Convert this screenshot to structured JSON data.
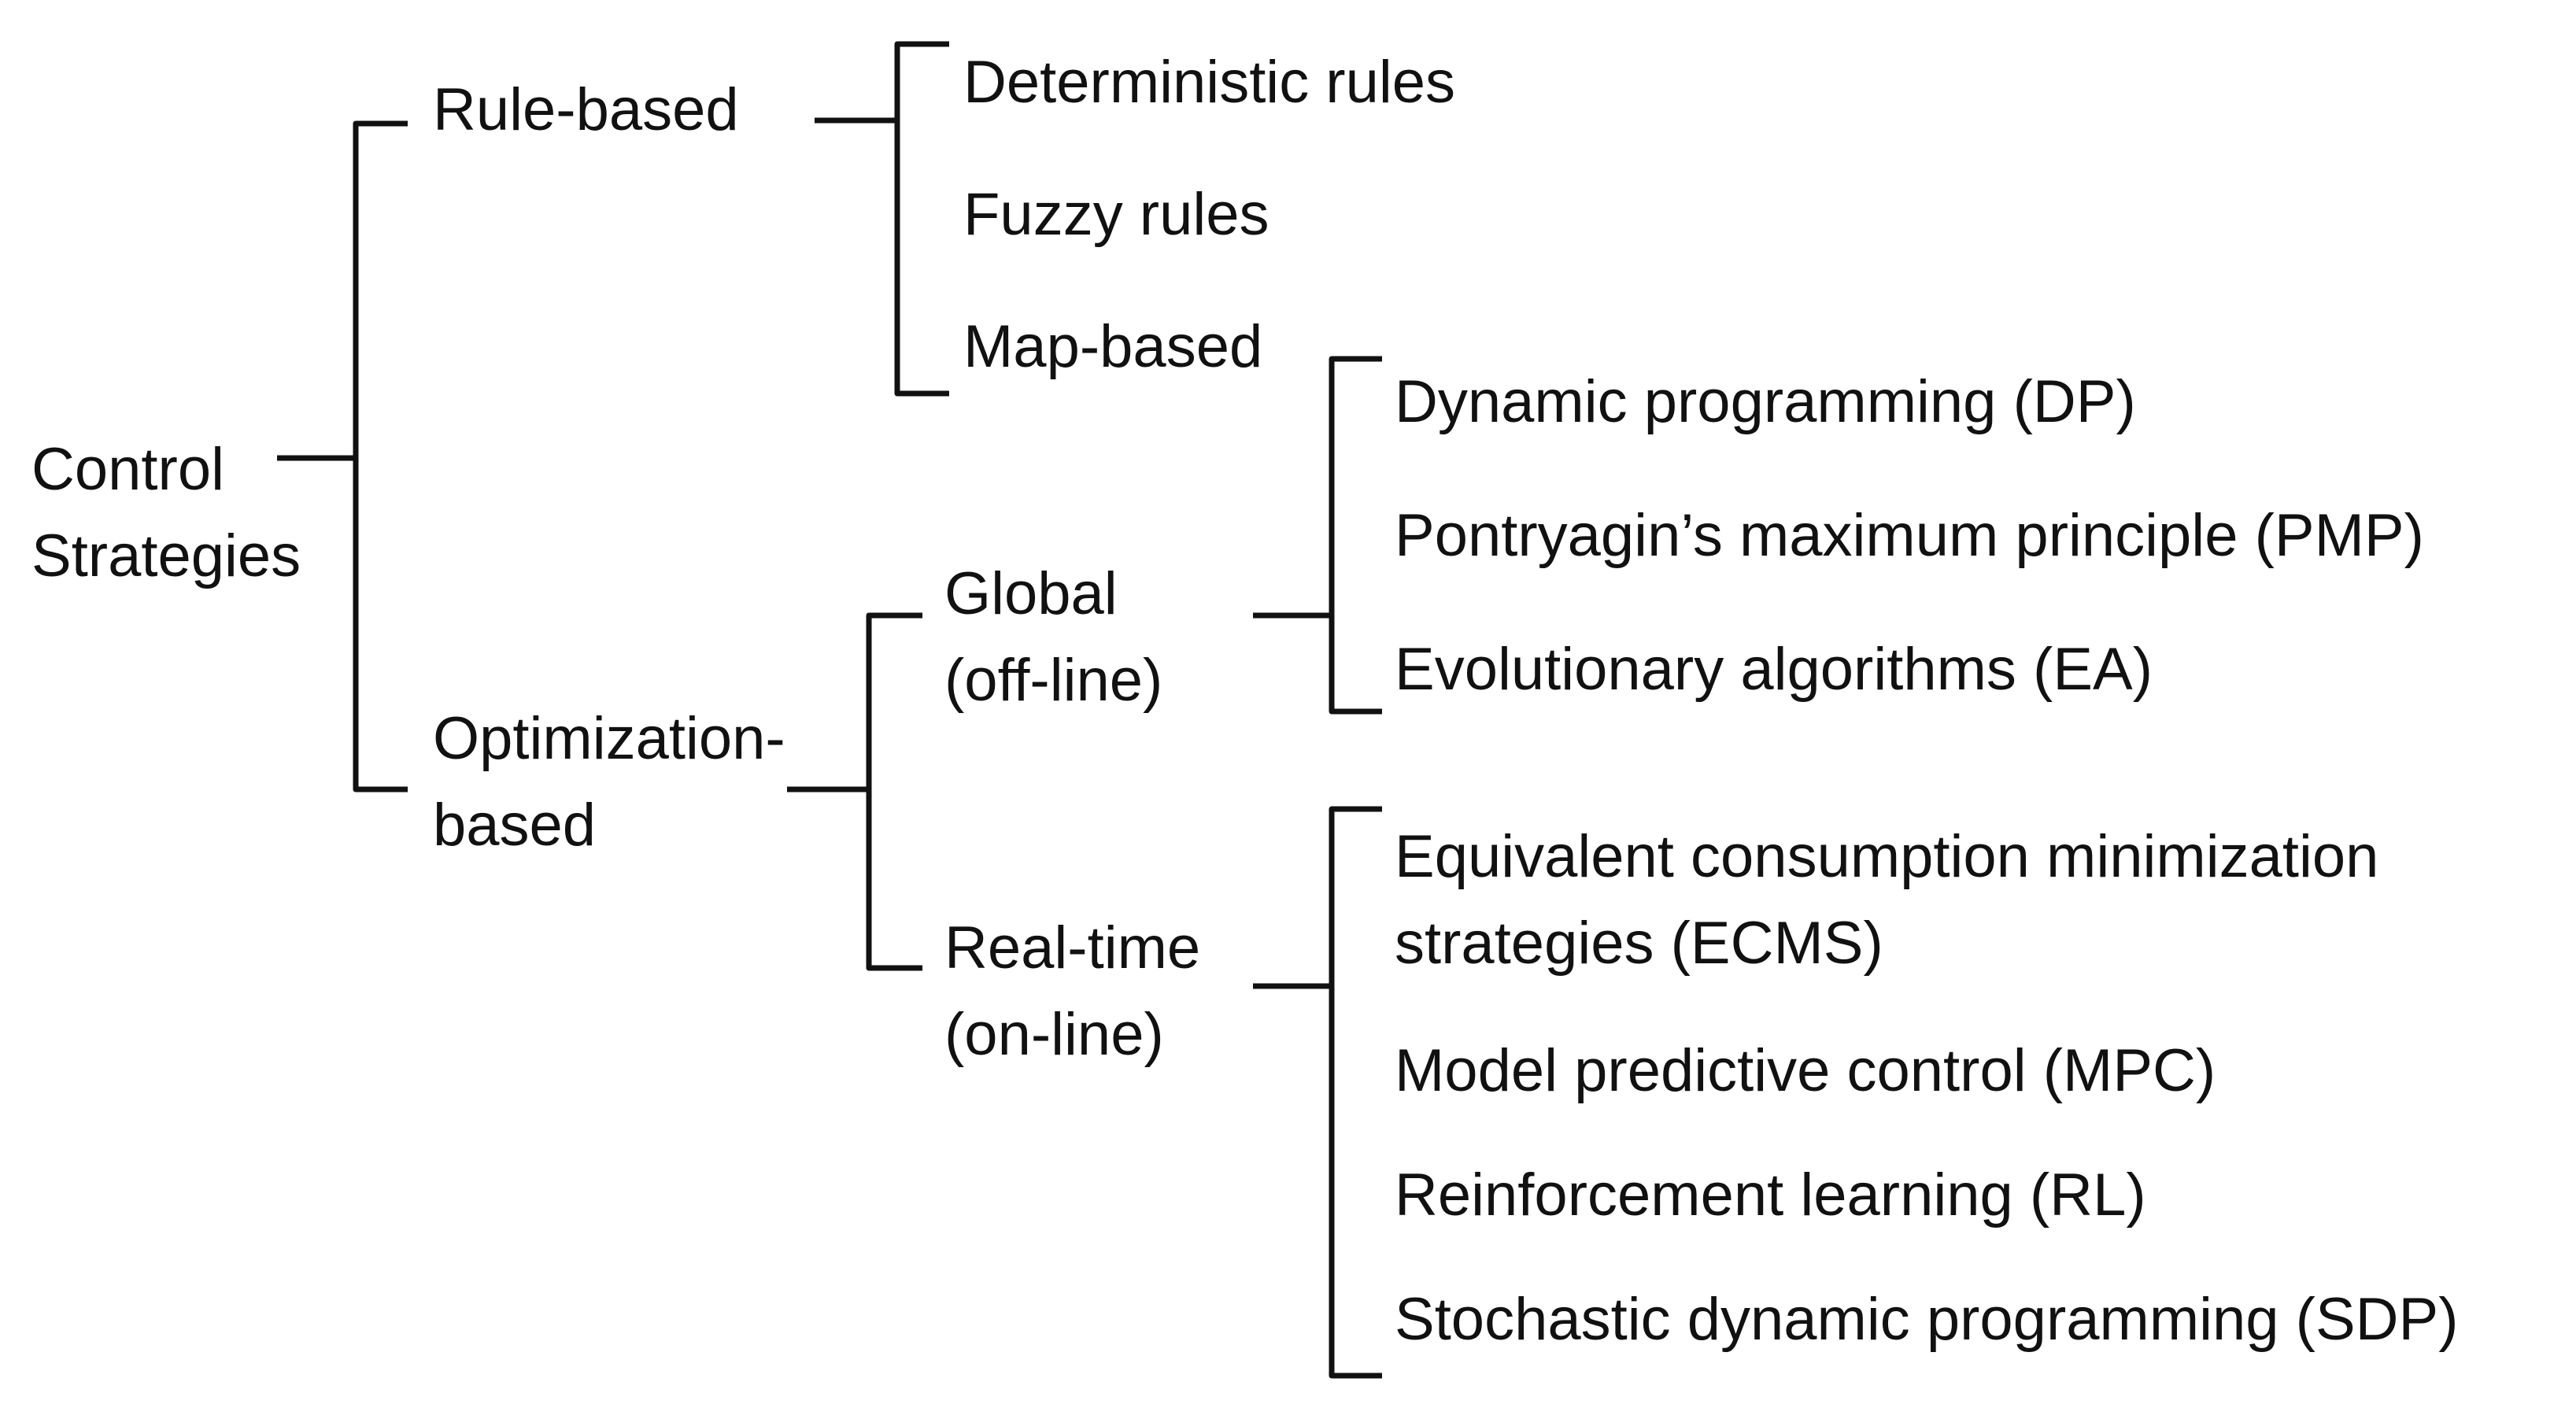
{
  "root": {
    "lines": [
      "Control",
      "Strategies"
    ]
  },
  "rule_based": {
    "label": "Rule-based",
    "children": [
      "Deterministic rules",
      "Fuzzy rules",
      "Map-based"
    ]
  },
  "optimization_based": {
    "lines": [
      "Optimization-",
      "based"
    ],
    "global": {
      "lines": [
        "Global",
        "(off-line)"
      ],
      "children": [
        "Dynamic programming (DP)",
        "Pontryagin’s maximum principle (PMP)",
        "Evolutionary algorithms (EA)"
      ]
    },
    "realtime": {
      "lines": [
        "Real-time",
        "(on-line)"
      ],
      "children": [
        [
          "Equivalent consumption minimization",
          "strategies (ECMS)"
        ],
        "Model predictive control (MPC)",
        "Reinforcement learning (RL)",
        "Stochastic dynamic programming (SDP)"
      ]
    }
  }
}
